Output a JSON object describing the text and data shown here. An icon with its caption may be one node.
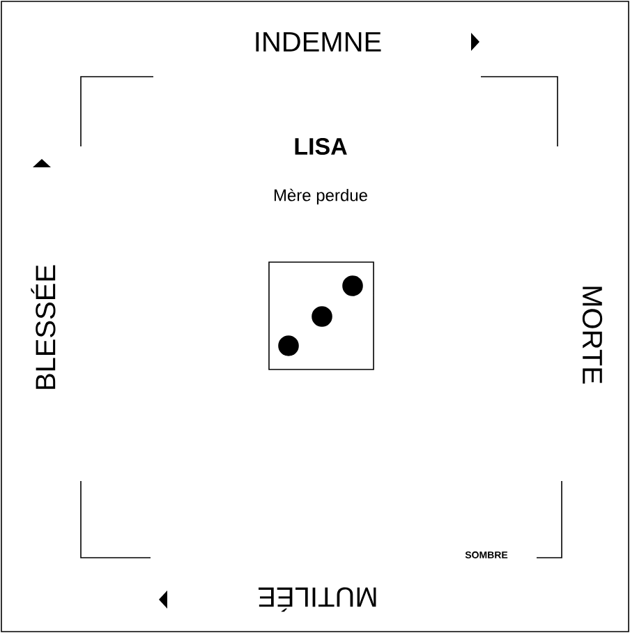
{
  "diagram": {
    "labels": [
      "INDEMNE",
      "LISA",
      "Mère perdue",
      "BLESSÉE",
      "MORTE",
      "SOMBRE",
      "MUTILÉE"
    ]
  }
}
